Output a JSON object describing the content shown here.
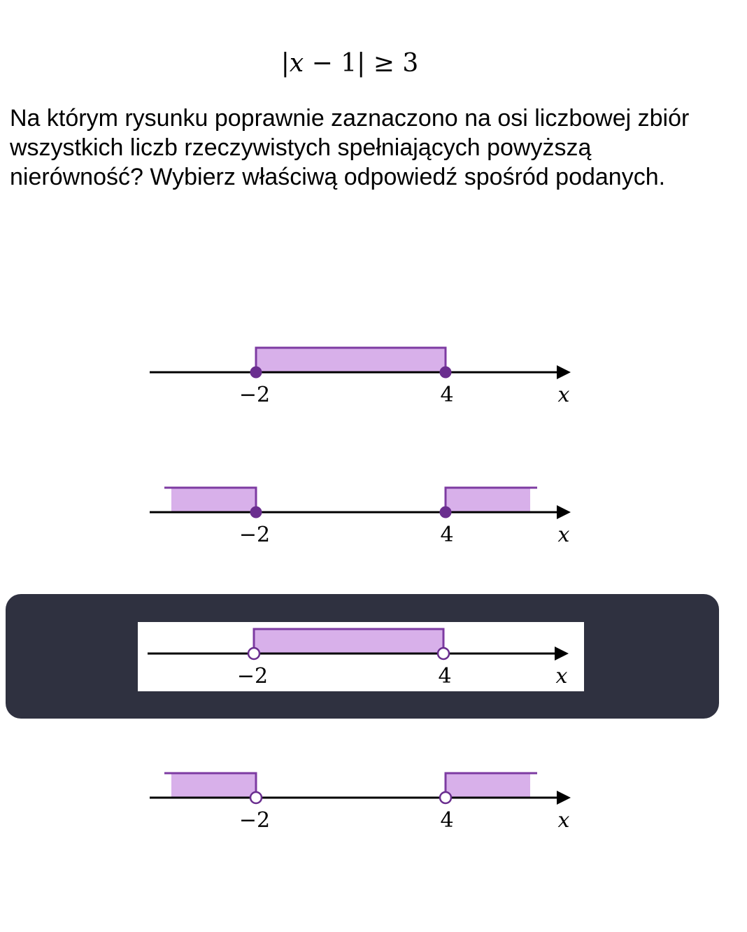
{
  "formula": {
    "lhs_open": "|",
    "var": "x",
    "lhs_rest": " − 1| ≥ 3"
  },
  "question": "Na którym rysunku poprawnie zaznaczono na osi liczbowej zbiór wszystkich liczb rzeczywistych spełniających powyższą nierówność?  Wybierz właściwą odpowiedź spośród podanych.",
  "options": [
    {
      "shading": "between",
      "endpoints": "closed",
      "tick_left": "−2",
      "tick_right": "4",
      "axis_label": "x",
      "selected": false
    },
    {
      "shading": "outside",
      "endpoints": "closed",
      "tick_left": "−2",
      "tick_right": "4",
      "axis_label": "x",
      "selected": false
    },
    {
      "shading": "between",
      "endpoints": "open",
      "tick_left": "−2",
      "tick_right": "4",
      "axis_label": "x",
      "selected": true
    },
    {
      "shading": "outside",
      "endpoints": "open",
      "tick_left": "−2",
      "tick_right": "4",
      "axis_label": "x",
      "selected": false
    }
  ],
  "colors": {
    "shade_fill": "#d8b0ea",
    "shade_stroke": "#7d3ba2",
    "point": "#6a2e8f",
    "axis": "#000000",
    "selected_background": "#2f3140"
  }
}
